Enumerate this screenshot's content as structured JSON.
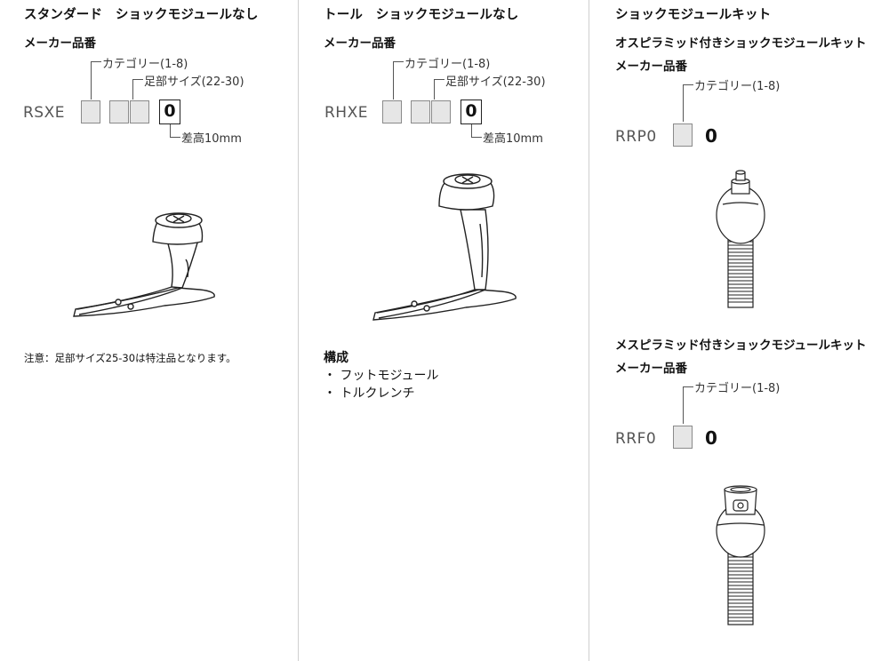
{
  "col1": {
    "heading": "スタンダード　ショックモジュールなし",
    "part_label": "メーカー品番",
    "callout_category": "カテゴリー(1-8)",
    "callout_size": "足部サイズ(22-30)",
    "prefix": "RSXE",
    "fixed_digit": "0",
    "callout_height": "差高10mm",
    "note": "注意：足部サイズ25-30は特注品となります。"
  },
  "col2": {
    "heading": "トール　ショックモジュールなし",
    "part_label": "メーカー品番",
    "callout_category": "カテゴリー(1-8)",
    "callout_size": "足部サイズ(22-30)",
    "prefix": "RHXE",
    "fixed_digit": "0",
    "callout_height": "差高10mm",
    "composition_title": "構成",
    "composition_items": [
      "・ フットモジュール",
      "・ トルクレンチ"
    ]
  },
  "col3": {
    "heading": "ショックモジュールキット",
    "kit1": {
      "title": "オスピラミッド付きショックモジュールキット",
      "part_label": "メーカー品番",
      "callout_category": "カテゴリー(1-8)",
      "prefix": "RRP0",
      "fixed_digit": "0"
    },
    "kit2": {
      "title": "メスピラミッド付きショックモジュールキット",
      "part_label": "メーカー品番",
      "callout_category": "カテゴリー(1-8)",
      "prefix": "RRF0",
      "fixed_digit": "0"
    }
  }
}
